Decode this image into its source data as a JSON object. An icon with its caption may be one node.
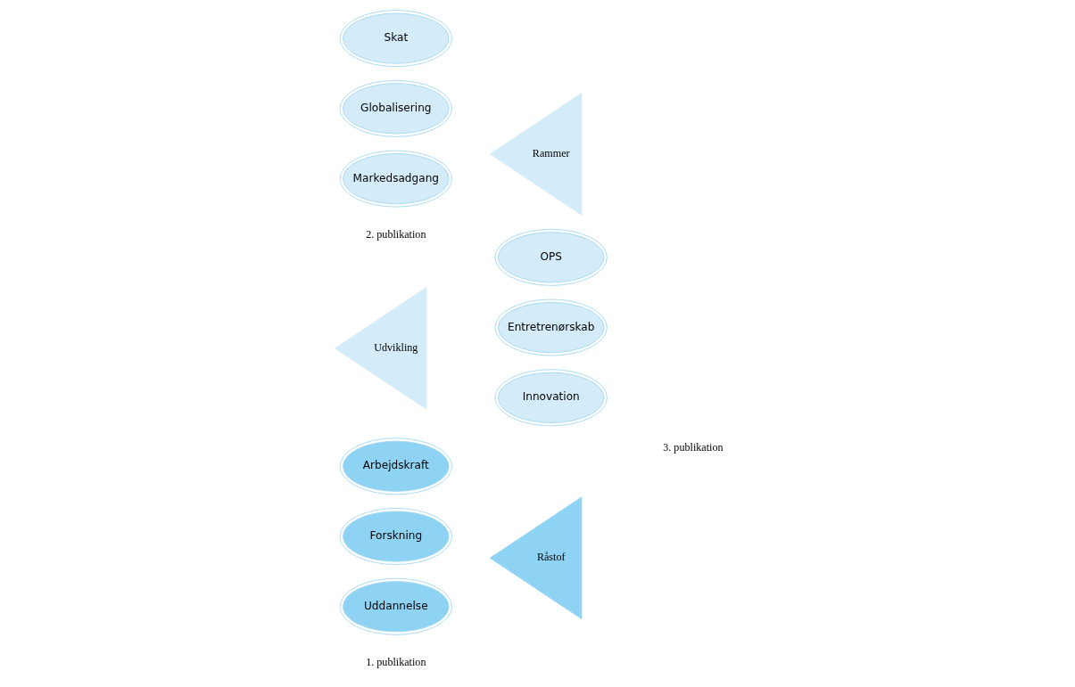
{
  "diagram": {
    "nodes": [
      {
        "text": [
          "Arbejdskraft"
        ]
      },
      {
        "text": [
          "Forskning"
        ]
      },
      {
        "text": [
          "Uddannelse"
        ]
      },
      {
        "text": [
          "Råstof"
        ]
      },
      {
        "text": [
          "OPS"
        ]
      },
      {
        "text": [
          "Udvikling"
        ]
      },
      {
        "text": [
          "Entretrenørskab"
        ]
      },
      {
        "text": [
          "Innovation"
        ]
      },
      {
        "text": [
          "Rammer"
        ]
      },
      {
        "text": [
          "Skat"
        ]
      },
      {
        "text": [
          "Globalisering"
        ]
      },
      {
        "text": [
          "Markedsadgang"
        ]
      }
    ],
    "edges": [],
    "labels": [
      "1. publikation",
      "3. publikation",
      "2. publikation"
    ]
  }
}
